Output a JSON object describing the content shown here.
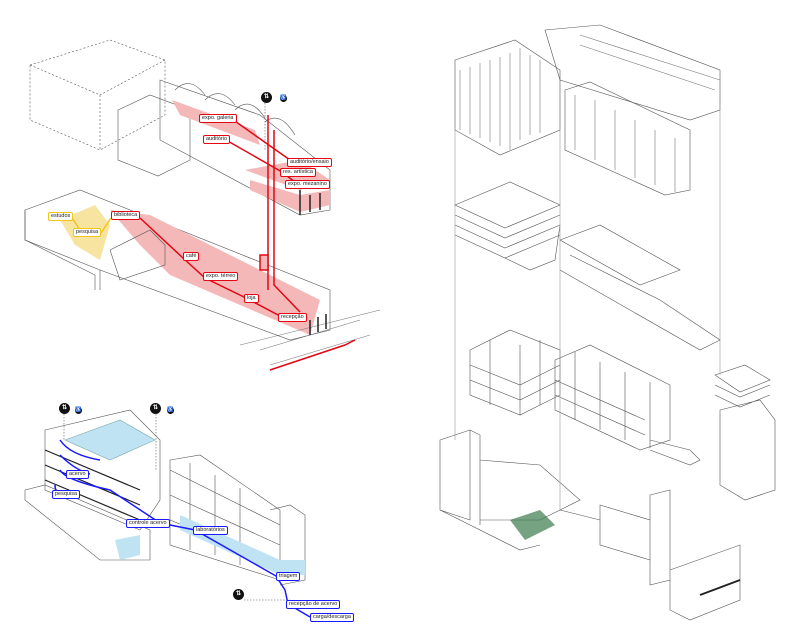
{
  "colors": {
    "public": "#e30613",
    "study": "#f0c419",
    "collection": "#1a1aff",
    "public_fill": "#f4b8b8",
    "collection_fill": "#bfe3f2",
    "study_fill": "#f7e4a0"
  },
  "top_diagram": {
    "upper_labels": [
      "expo. galeria",
      "auditório",
      "auditório/ensaio",
      "res. artística",
      "expo. mezanino"
    ],
    "ground_labels": [
      "estudos",
      "pesquisa",
      "biblioteca",
      "café",
      "expo. térreo",
      "loja",
      "recepção"
    ]
  },
  "bottom_diagram": {
    "labels": [
      "acervo",
      "pesquisa",
      "controle acervo",
      "laboratórios",
      "triagem",
      "recepção de acervo",
      "carga/descarga"
    ]
  },
  "icons": [
    "elevator-icon",
    "wheelchair-icon"
  ]
}
